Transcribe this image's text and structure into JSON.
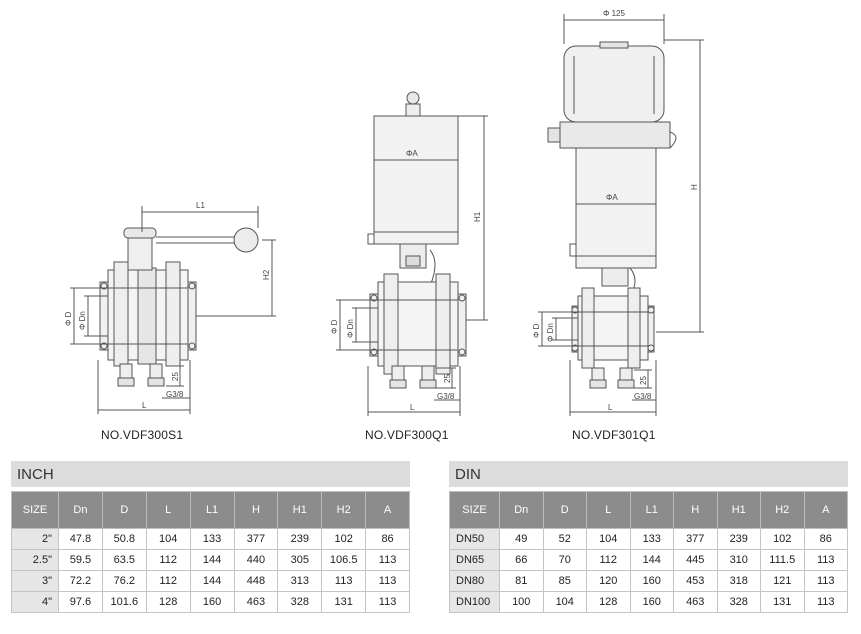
{
  "drawings": [
    {
      "model": "NO.VDF300S1",
      "labels": {
        "l1": "L1",
        "h2": "H2",
        "d": "Φ D",
        "dn": "Φ Dn",
        "dim25": "25",
        "g38": "G3/8",
        "l": "L"
      }
    },
    {
      "model": "NO.VDF300Q1",
      "labels": {
        "a": "ΦA",
        "h1": "H1",
        "d": "Φ D",
        "dn": "Φ Dn",
        "dim25": "25",
        "g38": "G3/8",
        "l": "L"
      }
    },
    {
      "model": "NO.VDF301Q1",
      "labels": {
        "phi125": "Φ 125",
        "a": "ΦA",
        "h": "H",
        "d": "Φ D",
        "dn": "Φ Dn",
        "dim25": "25",
        "g38": "G3/8",
        "l": "L"
      }
    }
  ],
  "inch_table": {
    "title": "INCH",
    "headers": [
      "SIZE",
      "Dn",
      "D",
      "L",
      "L1",
      "H",
      "H1",
      "H2",
      "A"
    ],
    "rows": [
      [
        "2\"",
        "47.8",
        "50.8",
        "104",
        "133",
        "377",
        "239",
        "102",
        "86"
      ],
      [
        "2.5\"",
        "59.5",
        "63.5",
        "112",
        "144",
        "440",
        "305",
        "106.5",
        "113"
      ],
      [
        "3\"",
        "72.2",
        "76.2",
        "112",
        "144",
        "448",
        "313",
        "113",
        "113"
      ],
      [
        "4\"",
        "97.6",
        "101.6",
        "128",
        "160",
        "463",
        "328",
        "131",
        "113"
      ]
    ]
  },
  "din_table": {
    "title": "DIN",
    "headers": [
      "SIZE",
      "Dn",
      "D",
      "L",
      "L1",
      "H",
      "H1",
      "H2",
      "A"
    ],
    "rows": [
      [
        "DN50",
        "49",
        "52",
        "104",
        "133",
        "377",
        "239",
        "102",
        "86"
      ],
      [
        "DN65",
        "66",
        "70",
        "112",
        "144",
        "445",
        "310",
        "111.5",
        "113"
      ],
      [
        "DN80",
        "81",
        "85",
        "120",
        "160",
        "453",
        "318",
        "121",
        "113"
      ],
      [
        "DN100",
        "100",
        "104",
        "128",
        "160",
        "463",
        "328",
        "131",
        "113"
      ]
    ]
  }
}
